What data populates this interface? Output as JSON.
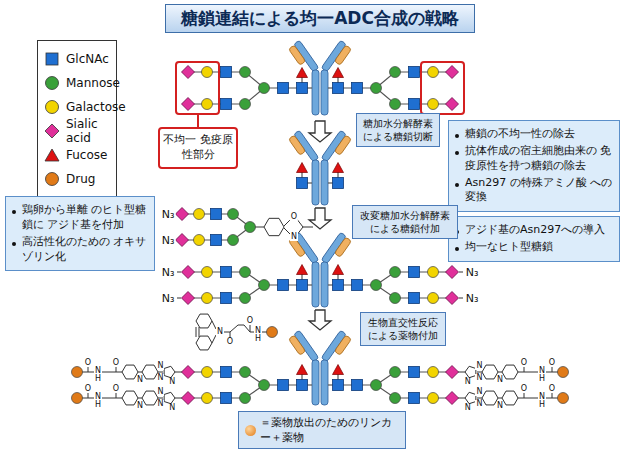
{
  "diagram": {
    "title": "糖鎖連結による均一ADC合成の戦略",
    "nodes": [
      {
        "text": [
          "不均一 免疫原性部分"
        ]
      },
      {
        "text": [
          "糖加水分解酵素 による糖鎖切断"
        ]
      },
      {
        "text": [
          "糖鎖の不均一性の除去",
          "抗体作成の宿主細胞由来の 免疫原性を持つ糖鎖の除去",
          "Asn297 の特殊アミノ酸 への変換"
        ]
      },
      {
        "text": [
          "アジド基のAsn297への導入",
          "均一なヒト型糖鎖"
        ]
      },
      {
        "text": [
          "鶏卵から単離 のヒト型糖鎖に アジド基を付加",
          "高活性化のための オキサゾリン化"
        ]
      },
      {
        "text": [
          "改変糖加水分解酵素 による糖鎖付加"
        ]
      },
      {
        "text": [
          "生物直交性反応 による薬物付加"
        ]
      },
      {
        "text": [
          "＝薬物放出のためのリンカー＋薬物"
        ]
      }
    ],
    "labels": [
      "N₃",
      "N₃",
      "N₃",
      "N₃",
      "N₃",
      "N₃",
      "O",
      "N",
      "N",
      "O",
      "O",
      "N",
      "H",
      "N",
      "N",
      "N",
      "N",
      "O",
      "N",
      "H",
      "O",
      "N",
      "N",
      "N",
      "N",
      "O",
      "N",
      "H",
      "O",
      "N",
      "N",
      "N",
      "N",
      "O",
      "N",
      "H",
      "O",
      "N",
      "N",
      "N",
      "N",
      "O",
      "N",
      "H",
      "O"
    ],
    "legend": [
      {
        "text": "GlcNAc",
        "color": "#1f6fd1"
      },
      {
        "text": "Mannose",
        "color": "#3aa03a"
      },
      {
        "text": "Galactose",
        "color": "#f2d400"
      },
      {
        "text": "Sialic acid",
        "color": "#e0309a"
      },
      {
        "text": "Fucose",
        "color": "#dd1111"
      },
      {
        "text": "Drug",
        "color": "#e07a18"
      }
    ]
  }
}
